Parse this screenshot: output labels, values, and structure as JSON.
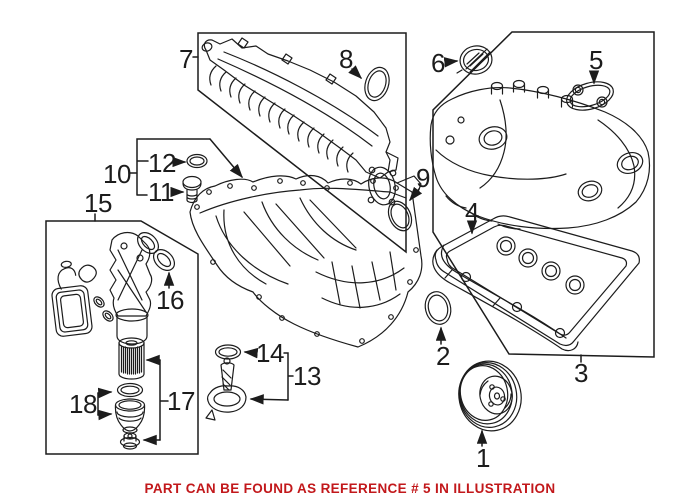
{
  "illustration": {
    "background": "#ffffff",
    "line_color": "#1c1c1c",
    "caption": {
      "text": "PART CAN BE FOUND AS REFERENCE # 5 IN ILLUSTRATION",
      "color": "#c2181b",
      "highlighted_reference": "5"
    },
    "reference_labels": {
      "l1": "1",
      "l2": "2",
      "l3": "3",
      "l4": "4",
      "l5": "5",
      "l6": "6",
      "l7": "7",
      "l8": "8",
      "l9": "9",
      "l10": "10",
      "l11": "11",
      "l12": "12",
      "l13": "13",
      "l14": "14",
      "l15": "15",
      "l16": "16",
      "l17": "17",
      "l18": "18"
    }
  }
}
